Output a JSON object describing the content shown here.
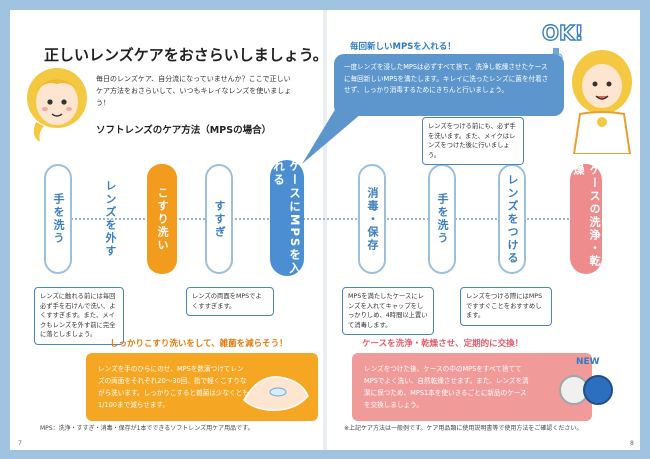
{
  "title": "正しいレンズケアをおさらいしましょう。",
  "intro": "毎日のレンズケア、自分流になっていませんか？ここで正しいケア方法をおさらいして、いつもキレイなレンズを使いましょう！",
  "subheading": "ソフトレンズのケア方法（MPSの場合）",
  "steps": [
    {
      "label": "手を洗う"
    },
    {
      "label": "レンズを外す"
    },
    {
      "label": "こすり洗い"
    },
    {
      "label": "すすぎ"
    },
    {
      "label": "ケースにMPSを入れる"
    },
    {
      "label": "消毒・保存"
    },
    {
      "label": "手を洗う"
    },
    {
      "label": "レンズをつける"
    },
    {
      "label": "ケースの洗浄・乾燥"
    }
  ],
  "notes": {
    "hands": "レンズに触れる前には毎回必ず手を石けんで洗い、よくすすぎます。また、メイクもレンズを外す前に完全に落としましょう。",
    "rinse": "レンズの両面をMPSでよくすすぎます。",
    "disinfect": "MPSを満たしたケースにレンズを入れてキャップをしっかりしめ、4時間以上置いて消毒します。",
    "hands2": "レンズをつける前にも、必ず手を洗います。また、メイクはレンズをつけた後に行いましょう。",
    "wear": "レンズをつける際にはMPSですすぐことをおすすめします。"
  },
  "callout": {
    "title": "毎回新しいMPSを入れる！",
    "text": "一度レンズを浸したMPSは必ずすべて捨て、洗浄し乾燥させたケースに毎回新しいMPSを満たします。キレイに洗ったレンズに菌を付着させず、しっかり消毒するためにきちんと行いましょう。"
  },
  "ok_text": "OK!",
  "rub": {
    "title": "しっかりこすり洗いをして、雑菌を減らそう！",
    "text": "レンズを手のひらにのせ、MPSを数滴つけてレンズの両面をそれぞれ20～30回、指で軽くこすりながら洗います。しっかりこすると雑菌は少なくとも1/100まで減らせます。"
  },
  "case": {
    "title": "ケースを洗浄・乾燥させ、定期的に交換！",
    "text": "レンズをつけた後、ケースの中のMPSをすべて捨ててMPSでよく洗い、自然乾燥させます。また、レンズを清潔に保つため、MPS1本を使いきるごとに新品のケースを交換しましょう。",
    "new_badge": "NEW"
  },
  "footnote_left": "MPS：洗浄・すすぎ・消毒・保存が1本でできるソフトレンズ用ケア用品です。",
  "footnote_right": "※上記ケア方法は一般例です。ケア用品類に使用説明書等で使用方法をご確認ください。",
  "page_left": "7",
  "page_right": "8",
  "colors": {
    "accent_blue": "#4b8fd2",
    "accent_orange": "#f39b1d",
    "accent_pink": "#ee8b8d"
  }
}
